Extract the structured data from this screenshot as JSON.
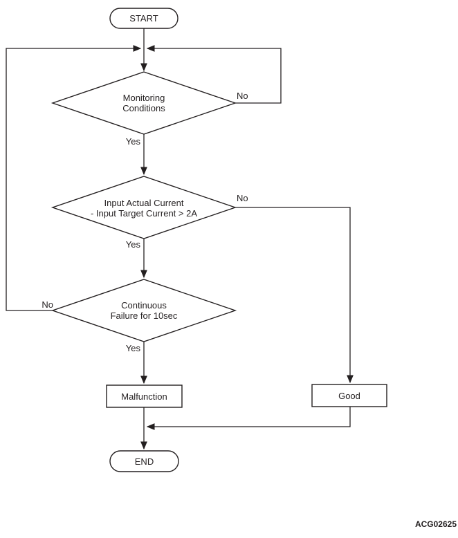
{
  "figure_code": "ACG02625",
  "nodes": {
    "start": {
      "label": "START"
    },
    "monitoring_conditions": {
      "line1": "Monitoring",
      "line2": "Conditions"
    },
    "current_check": {
      "line1": "Input Actual Current",
      "line2": "- Input Target Current > 2A"
    },
    "continuous_failure": {
      "line1": "Continuous",
      "line2": "Failure for 10sec"
    },
    "malfunction": {
      "label": "Malfunction"
    },
    "good": {
      "label": "Good"
    },
    "end": {
      "label": "END"
    }
  },
  "edge_labels": {
    "monitoring_yes": "Yes",
    "monitoring_no": "No",
    "current_yes": "Yes",
    "current_no": "No",
    "failure_yes": "Yes",
    "failure_no": "No"
  },
  "colors": {
    "line": "#231f20",
    "background": "#ffffff"
  }
}
